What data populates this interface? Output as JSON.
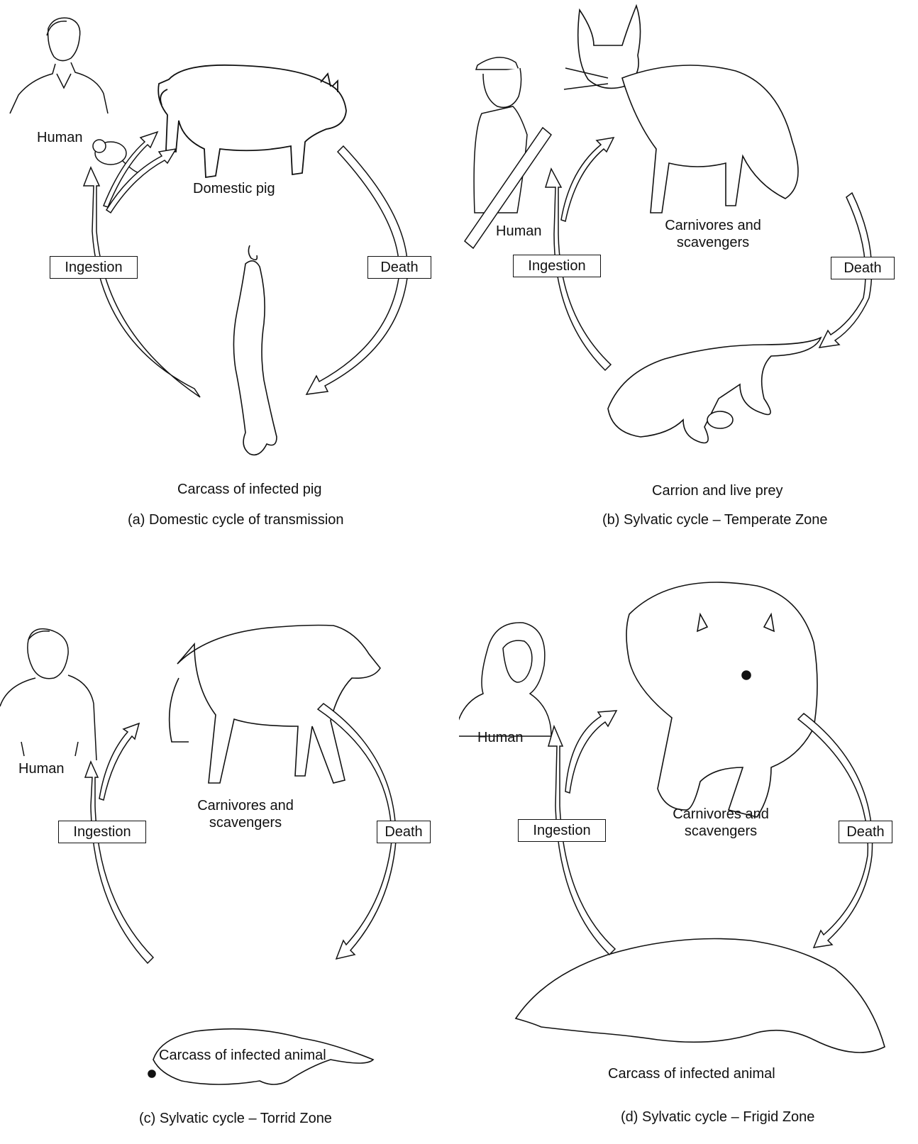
{
  "panels": [
    {
      "id": "a",
      "caption": "(a)  Domestic cycle of transmission",
      "human_label": "Human",
      "host_label": "Domestic pig",
      "carcass_label": "Carcass of infected pig",
      "ingestion_label": "Ingestion",
      "death_label": "Death"
    },
    {
      "id": "b",
      "caption": "(b)  Sylvatic cycle – Temperate Zone",
      "human_label": "Human",
      "host_label_line1": "Carnivores and",
      "host_label_line2": "scavengers",
      "carcass_label": "Carrion and live prey",
      "ingestion_label": "Ingestion",
      "death_label": "Death"
    },
    {
      "id": "c",
      "caption": "(c)  Sylvatic cycle – Torrid Zone",
      "human_label": "Human",
      "host_label_line1": "Carnivores and",
      "host_label_line2": "scavengers",
      "carcass_label": "Carcass of infected animal",
      "ingestion_label": "Ingestion",
      "death_label": "Death"
    },
    {
      "id": "d",
      "caption": "(d)  Sylvatic cycle – Frigid Zone",
      "human_label": "Human",
      "host_label_line1": "Carnivores and",
      "host_label_line2": "scavengers",
      "carcass_label": "Carcass of infected animal",
      "ingestion_label": "Ingestion",
      "death_label": "Death"
    }
  ],
  "colors": {
    "line": "#111111",
    "fill": "#ffffff"
  }
}
